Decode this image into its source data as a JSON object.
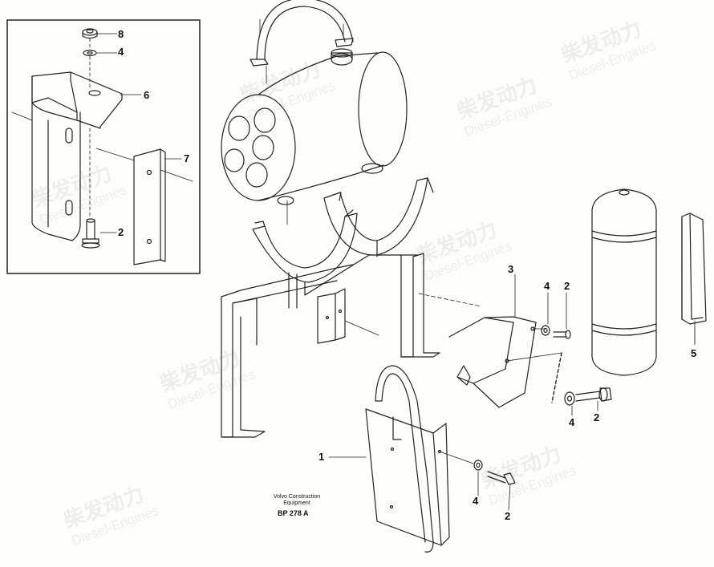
{
  "callouts": {
    "inset_8": "8",
    "inset_4": "4",
    "inset_6": "6",
    "inset_7": "7",
    "inset_2": "2",
    "main_3": "3",
    "main_4a": "4",
    "main_2a": "2",
    "main_4b": "4",
    "main_2b": "2",
    "main_5": "5",
    "main_1": "1",
    "main_4c": "4",
    "main_2c": "2"
  },
  "caption": {
    "line1": "Volvo Construction",
    "line2": "Equipment",
    "code": "BP 278 A"
  },
  "watermark": {
    "chinese": "柴发动力",
    "english": "Diesel-Engines",
    "color": "#ededed"
  },
  "colors": {
    "line": "#222222",
    "background": "#fdfdfb"
  }
}
